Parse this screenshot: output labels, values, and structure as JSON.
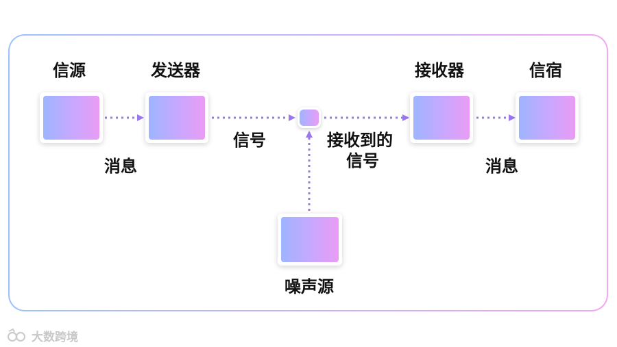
{
  "nodes": {
    "source": "信源",
    "transmitter": "发送器",
    "receiver": "接收器",
    "destination": "信宿",
    "noise_source": "噪声源"
  },
  "edges": {
    "message_left": "消息",
    "signal": "信号",
    "received_signal_line1": "接收到的",
    "received_signal_line2": "信号",
    "message_right": "消息"
  },
  "watermark": {
    "text": "大数跨境"
  },
  "colors": {
    "arrow": "#9a77ee",
    "gradient_start": "#9eb5ff",
    "gradient_end": "#ea9cf4",
    "frame_start": "#9fc0ff",
    "frame_end": "#f0a8f0"
  }
}
